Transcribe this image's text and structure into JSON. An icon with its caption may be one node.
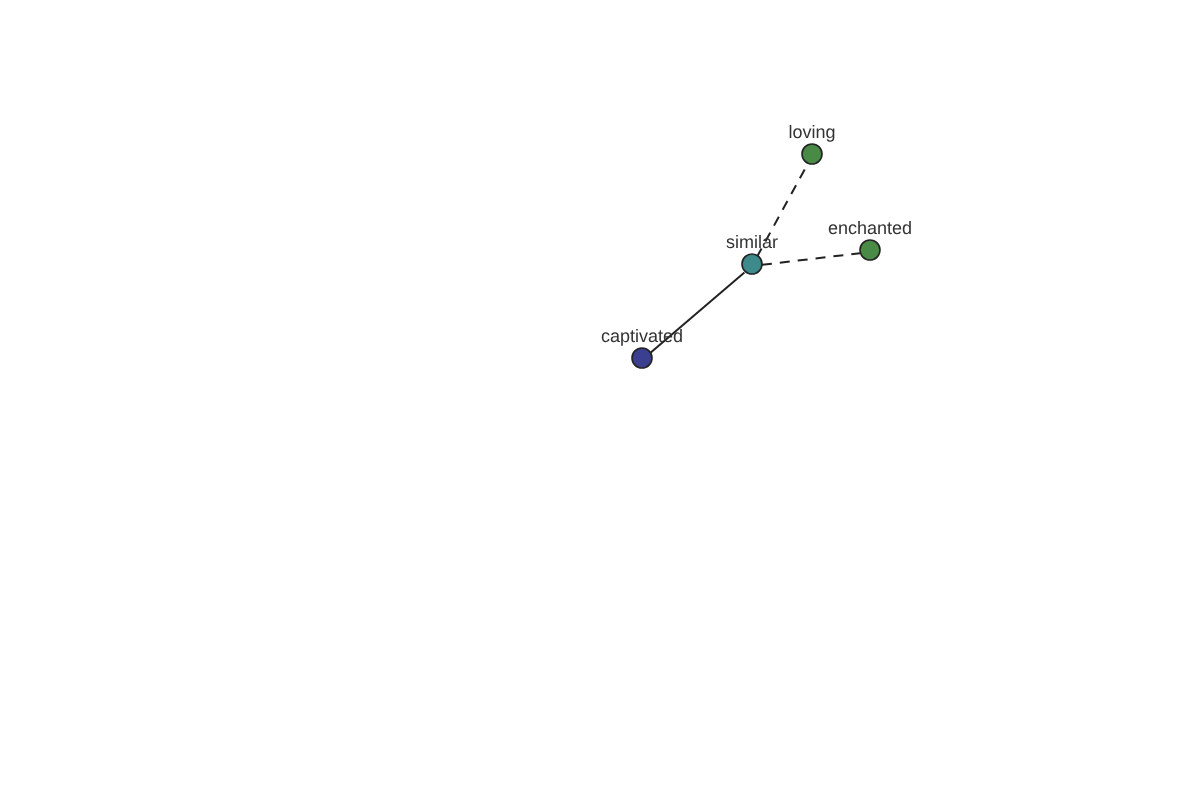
{
  "diagram": {
    "nodes": [
      {
        "text": [
          "loving"
        ]
      },
      {
        "text": [
          "similar"
        ]
      },
      {
        "text": [
          "enchanted"
        ]
      },
      {
        "text": [
          "captivated"
        ]
      }
    ],
    "edges": [
      {
        "from": 1,
        "to": 0,
        "arrow": "none",
        "style": "dashed"
      },
      {
        "from": 1,
        "to": 2,
        "arrow": "none",
        "style": "dashed"
      },
      {
        "from": 1,
        "to": 3,
        "arrow": "none"
      }
    ]
  }
}
